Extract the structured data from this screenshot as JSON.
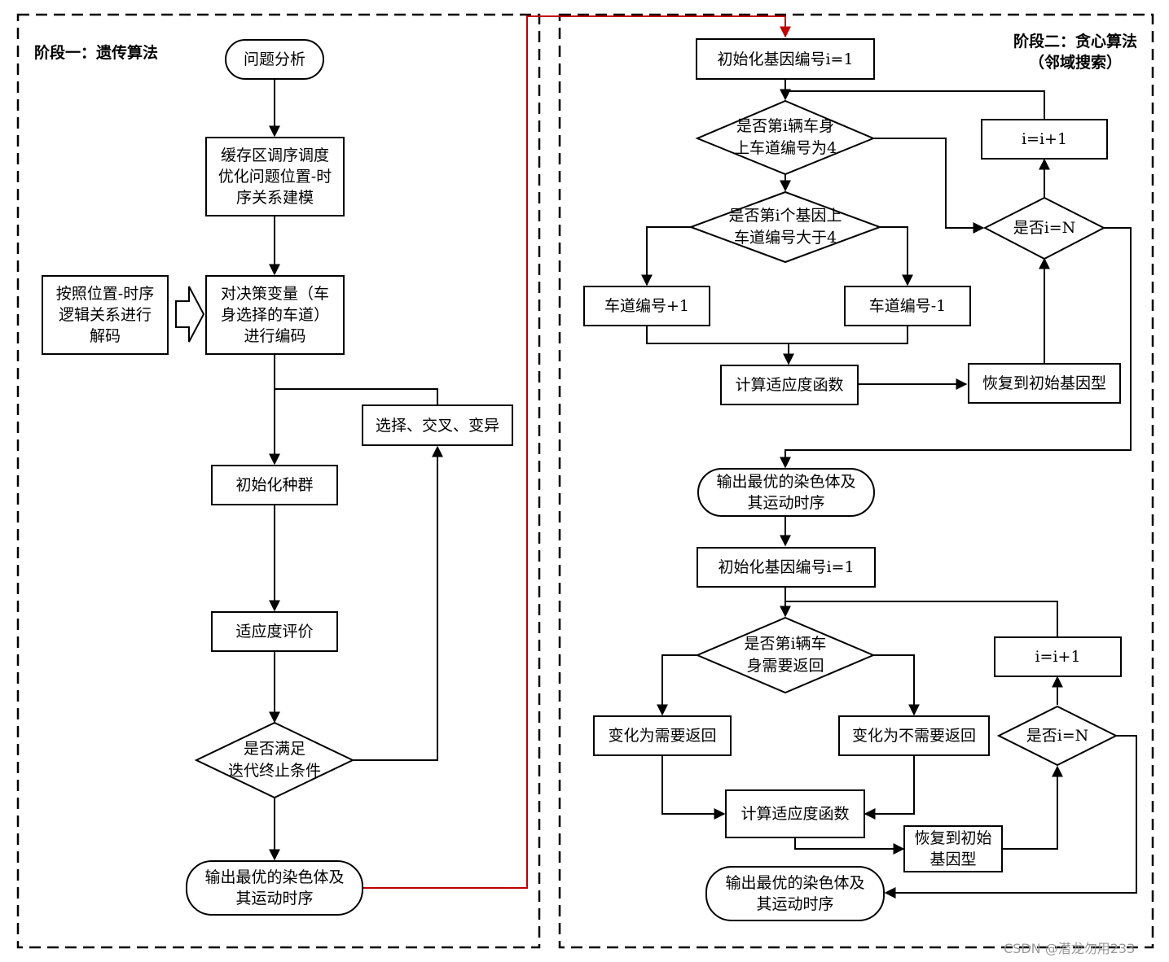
{
  "stage1": {
    "title": "阶段一：遗传算法",
    "problem": "问题分析",
    "model": "缓存区调序调度\n优化问题位置-时\n序关系建模",
    "encode": "对决策变量（车\n身选择的车道）\n进行编码",
    "decode": "按照位置-时序\n逻辑关系进行\n解码",
    "operators": "选择、交叉、变异",
    "init_population": "初始化种群",
    "fitness_eval": "适应度评价",
    "stop_check": "是否满足\n迭代终止条件",
    "output": "输出最优的染色体及\n其运动时序"
  },
  "stage2": {
    "title": "阶段二：贪心算法\n（邻域搜索）",
    "part1": {
      "init_gene": "初始化基因编号i=1",
      "check_lane4": "是否第i辆车身\n上车道编号为4",
      "check_gene_gt4": "是否第i个基因上\n车道编号大于4",
      "lane_plus": "车道编号+1",
      "lane_minus": "车道编号-1",
      "calc_fitness": "计算适应度函数",
      "restore": "恢复到初始基因型",
      "increment": "i=i+1",
      "check_n": "是否i=N"
    },
    "mid_output": "输出最优的染色体及\n其运动时序",
    "part2": {
      "init_gene": "初始化基因编号i=1",
      "check_return": "是否第i辆车\n身需要返回",
      "to_return": "变化为需要返回",
      "to_no_return": "变化为不需要返回",
      "calc_fitness": "计算适应度函数",
      "restore": "恢复到初始\n基因型",
      "increment": "i=i+1",
      "check_n": "是否i=N"
    },
    "final_output": "输出最优的染色体及\n其运动时序"
  },
  "watermark": "CSDN @潜龙勿用233",
  "colors": {
    "line": "#000000",
    "link": "#c00000"
  }
}
